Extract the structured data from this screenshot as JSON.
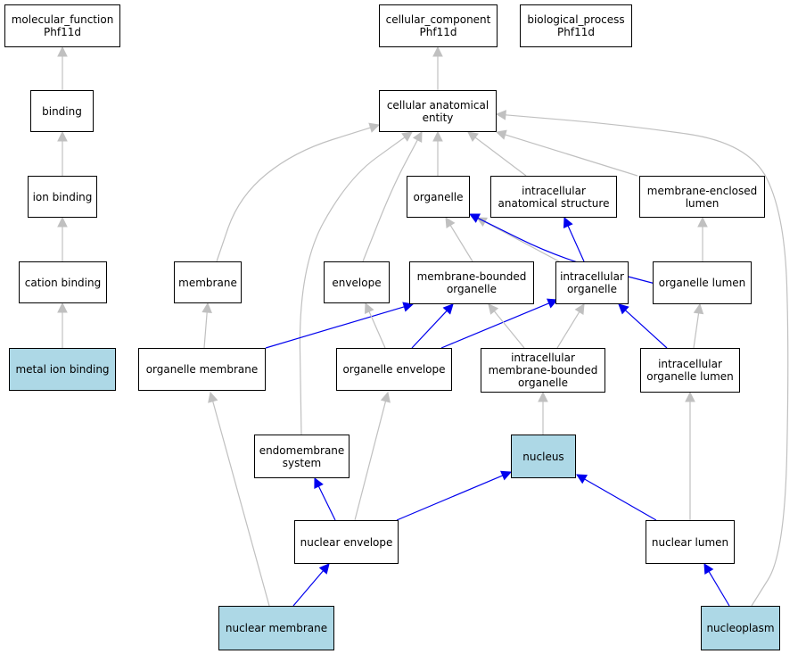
{
  "colors": {
    "highlight_fill": "#add8e6",
    "normal_fill": "#ffffff",
    "border": "#000000",
    "edge_gray": "#c0c0c0",
    "edge_blue": "#0000ee"
  },
  "nodes": {
    "mf_root": {
      "label": "molecular_function\nPhf11d",
      "highlight": false
    },
    "cc_root": {
      "label": "cellular_component\nPhf11d",
      "highlight": false
    },
    "bp_root": {
      "label": "biological_process\nPhf11d",
      "highlight": false
    },
    "binding": {
      "label": "binding",
      "highlight": false
    },
    "cae": {
      "label": "cellular anatomical\nentity",
      "highlight": false
    },
    "ion_binding": {
      "label": "ion binding",
      "highlight": false
    },
    "organelle": {
      "label": "organelle",
      "highlight": false
    },
    "ias": {
      "label": "intracellular\nanatomical structure",
      "highlight": false
    },
    "mel": {
      "label": "membrane-enclosed\nlumen",
      "highlight": false
    },
    "cation_binding": {
      "label": "cation binding",
      "highlight": false
    },
    "membrane": {
      "label": "membrane",
      "highlight": false
    },
    "envelope": {
      "label": "envelope",
      "highlight": false
    },
    "mbo": {
      "label": "membrane-bounded\norganelle",
      "highlight": false
    },
    "io": {
      "label": "intracellular\norganelle",
      "highlight": false
    },
    "ol": {
      "label": "organelle lumen",
      "highlight": false
    },
    "metal_ion": {
      "label": "metal ion binding",
      "highlight": true
    },
    "om": {
      "label": "organelle membrane",
      "highlight": false
    },
    "oe": {
      "label": "organelle envelope",
      "highlight": false
    },
    "imbo": {
      "label": "intracellular\nmembrane-bounded\norganelle",
      "highlight": false
    },
    "iol": {
      "label": "intracellular\norganelle lumen",
      "highlight": false
    },
    "endo": {
      "label": "endomembrane\nsystem",
      "highlight": false
    },
    "nucleus": {
      "label": "nucleus",
      "highlight": true
    },
    "ne": {
      "label": "nuclear envelope",
      "highlight": false
    },
    "nl": {
      "label": "nuclear lumen",
      "highlight": false
    },
    "nm": {
      "label": "nuclear membrane",
      "highlight": true
    },
    "np": {
      "label": "nucleoplasm",
      "highlight": true
    }
  },
  "edges": [
    {
      "from": "binding",
      "to": "mf_root",
      "kind": "is_a"
    },
    {
      "from": "ion_binding",
      "to": "binding",
      "kind": "is_a"
    },
    {
      "from": "cation_binding",
      "to": "ion_binding",
      "kind": "is_a"
    },
    {
      "from": "metal_ion",
      "to": "cation_binding",
      "kind": "is_a"
    },
    {
      "from": "cae",
      "to": "cc_root",
      "kind": "is_a"
    },
    {
      "from": "organelle",
      "to": "cae",
      "kind": "is_a"
    },
    {
      "from": "ias",
      "to": "cae",
      "kind": "is_a"
    },
    {
      "from": "mel",
      "to": "cae",
      "kind": "is_a"
    },
    {
      "from": "membrane",
      "to": "cae",
      "kind": "is_a"
    },
    {
      "from": "envelope",
      "to": "cae",
      "kind": "is_a"
    },
    {
      "from": "endo",
      "to": "cae",
      "kind": "is_a"
    },
    {
      "from": "np",
      "to": "cae",
      "kind": "is_a"
    },
    {
      "from": "mbo",
      "to": "organelle",
      "kind": "is_a"
    },
    {
      "from": "io",
      "to": "organelle",
      "kind": "is_a"
    },
    {
      "from": "ol",
      "to": "organelle",
      "kind": "part_of"
    },
    {
      "from": "io",
      "to": "ias",
      "kind": "part_of"
    },
    {
      "from": "ol",
      "to": "mel",
      "kind": "is_a"
    },
    {
      "from": "om",
      "to": "membrane",
      "kind": "is_a"
    },
    {
      "from": "om",
      "to": "mbo",
      "kind": "part_of"
    },
    {
      "from": "oe",
      "to": "envelope",
      "kind": "is_a"
    },
    {
      "from": "oe",
      "to": "mbo",
      "kind": "part_of"
    },
    {
      "from": "oe",
      "to": "io",
      "kind": "part_of"
    },
    {
      "from": "imbo",
      "to": "mbo",
      "kind": "is_a"
    },
    {
      "from": "imbo",
      "to": "io",
      "kind": "is_a"
    },
    {
      "from": "iol",
      "to": "io",
      "kind": "part_of"
    },
    {
      "from": "iol",
      "to": "ol",
      "kind": "is_a"
    },
    {
      "from": "nucleus",
      "to": "imbo",
      "kind": "is_a"
    },
    {
      "from": "ne",
      "to": "endo",
      "kind": "part_of"
    },
    {
      "from": "ne",
      "to": "oe",
      "kind": "is_a"
    },
    {
      "from": "ne",
      "to": "nucleus",
      "kind": "part_of"
    },
    {
      "from": "nl",
      "to": "nucleus",
      "kind": "part_of"
    },
    {
      "from": "nl",
      "to": "iol",
      "kind": "is_a"
    },
    {
      "from": "nm",
      "to": "om",
      "kind": "is_a"
    },
    {
      "from": "nm",
      "to": "ne",
      "kind": "part_of"
    },
    {
      "from": "np",
      "to": "nl",
      "kind": "part_of"
    }
  ]
}
